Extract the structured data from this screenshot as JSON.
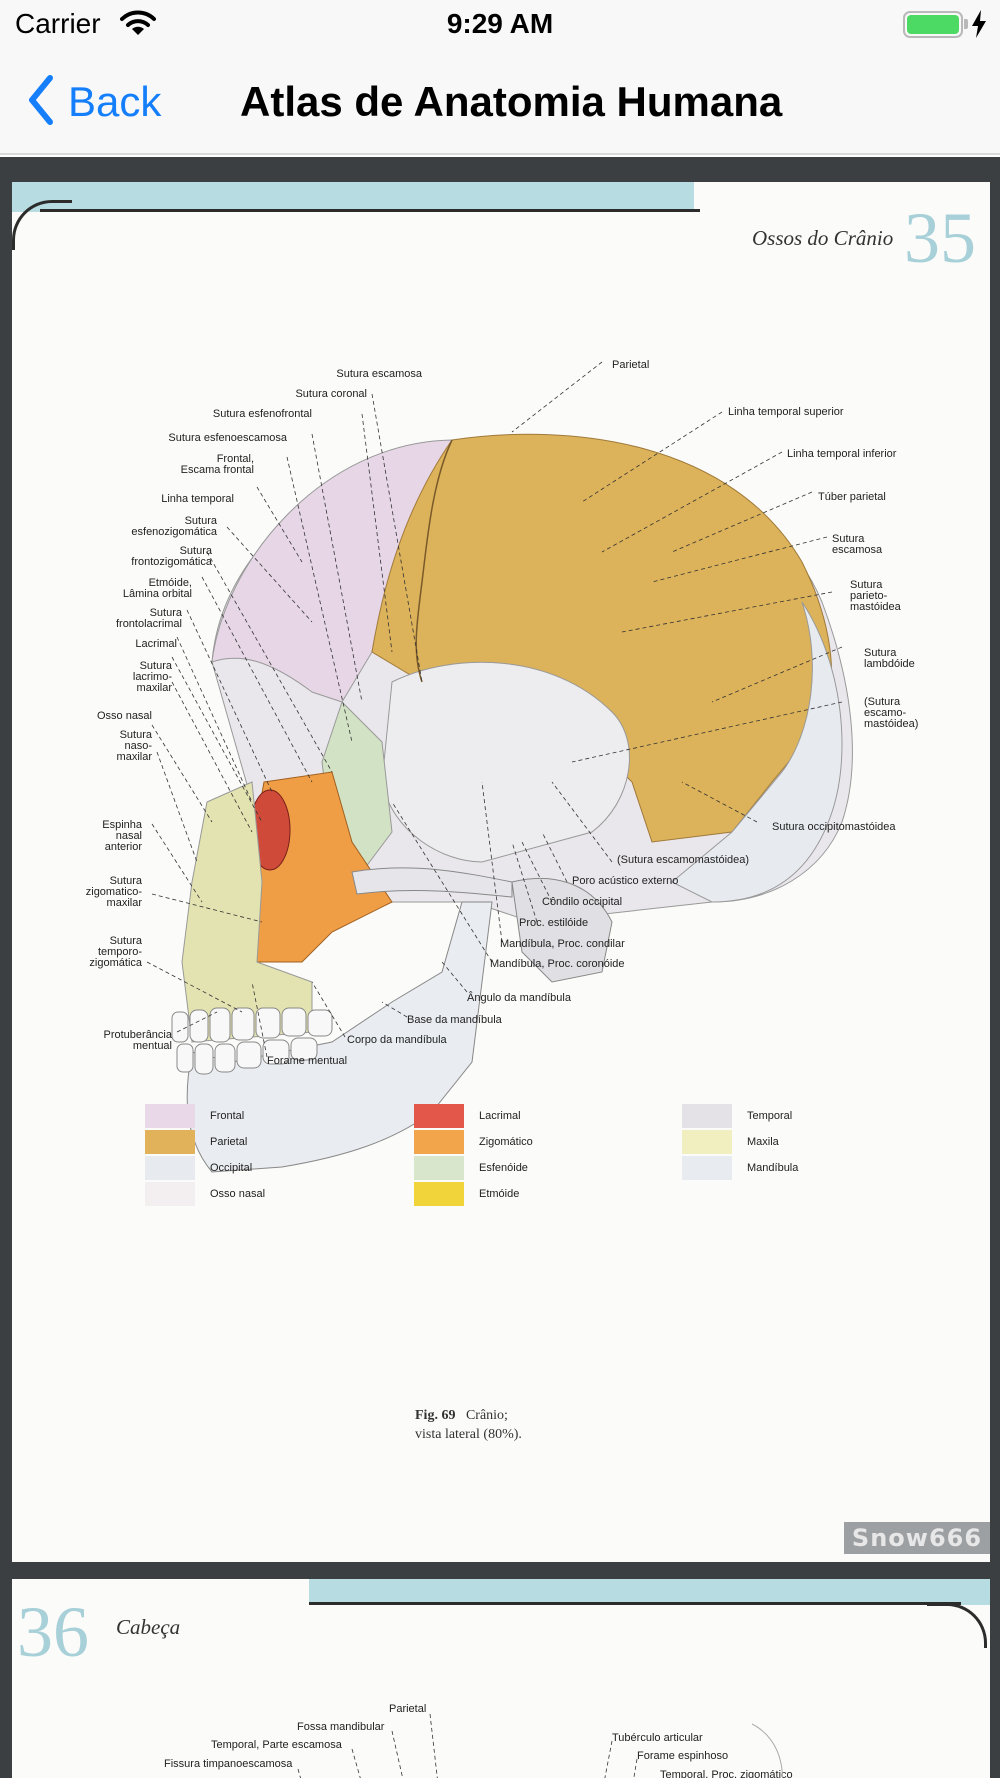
{
  "status_bar": {
    "carrier": "Carrier",
    "time": "9:29 AM"
  },
  "nav": {
    "back_label": "Back",
    "title": "Atlas de Anatomia Humana"
  },
  "colors": {
    "accent": "#147efb",
    "battery": "#4cd964"
  },
  "page1": {
    "header_title": "Ossos do Crânio",
    "page_number": "35",
    "labels_left": [
      "Sutura escamosa",
      "Sutura coronal",
      "Sutura esfenofrontal",
      "Sutura esfenoescamosa",
      "Frontal,\nEscama frontal",
      "Linha temporal",
      "Sutura\nesfenozigomática",
      "Sutura\nfrontozigomática",
      "Etmóide,\nLâmina orbital",
      "Sutura\nfrontolacrimal",
      "Lacrimal",
      "Sutura\nlacrimo-\nmaxilar",
      "Osso nasal",
      "Sutura\nnaso-\nmaxilar",
      "Espinha\nnasal\nanterior",
      "Sutura\nzigomatico-\nmaxilar",
      "Sutura\ntemporo-\nzigomática",
      "Protuberância\nmentual"
    ],
    "labels_right": [
      "Parietal",
      "Linha temporal superior",
      "Linha temporal inferior",
      "Túber parietal",
      "Sutura\nescamosa",
      "Sutura\nparieto-\nmastóidea",
      "Sutura\nlambdóide",
      "(Sutura\nescamo-\nmastóidea)",
      "Sutura occipitomastóidea"
    ],
    "labels_bottom": [
      "(Sutura escamomastóidea)",
      "Poro acústico externo",
      "Côndilo occipital",
      "Proc. estilóide",
      "Mandíbula, Proc. condilar",
      "Mandíbula, Proc. coronóide",
      "Ângulo da mandíbula",
      "Base da mandíbula",
      "Corpo da mandíbula",
      "Forame mentual"
    ],
    "legend": [
      {
        "label": "Frontal",
        "color": "#e8d8e8"
      },
      {
        "label": "Parietal",
        "color": "#e2b25a"
      },
      {
        "label": "Occipital",
        "color": "#e7ebf0"
      },
      {
        "label": "Osso nasal",
        "color": "#f3eef0"
      },
      {
        "label": "Lacrimal",
        "color": "#e2574a"
      },
      {
        "label": "Zigomático",
        "color": "#f2a54a"
      },
      {
        "label": "Esfenóide",
        "color": "#d8e6cc"
      },
      {
        "label": "Etmóide",
        "color": "#f0d43a"
      },
      {
        "label": "Temporal",
        "color": "#e4e2e6"
      },
      {
        "label": "Maxila",
        "color": "#f1eec0"
      },
      {
        "label": "Mandíbula",
        "color": "#e8ecf0"
      }
    ],
    "caption_fig": "Fig. 69",
    "caption_line1": "Crânio;",
    "caption_line2": "vista lateral (80%).",
    "watermark": "Snow666"
  },
  "page2": {
    "page_number": "36",
    "header_title": "Cabeça",
    "labels": [
      "Parietal",
      "Fossa mandibular",
      "Temporal, Parte escamosa",
      "Fissura timpanoescamosa",
      "Tubérculo articular",
      "Forame espinhoso",
      "Temporal, Proc. zigomático"
    ]
  }
}
